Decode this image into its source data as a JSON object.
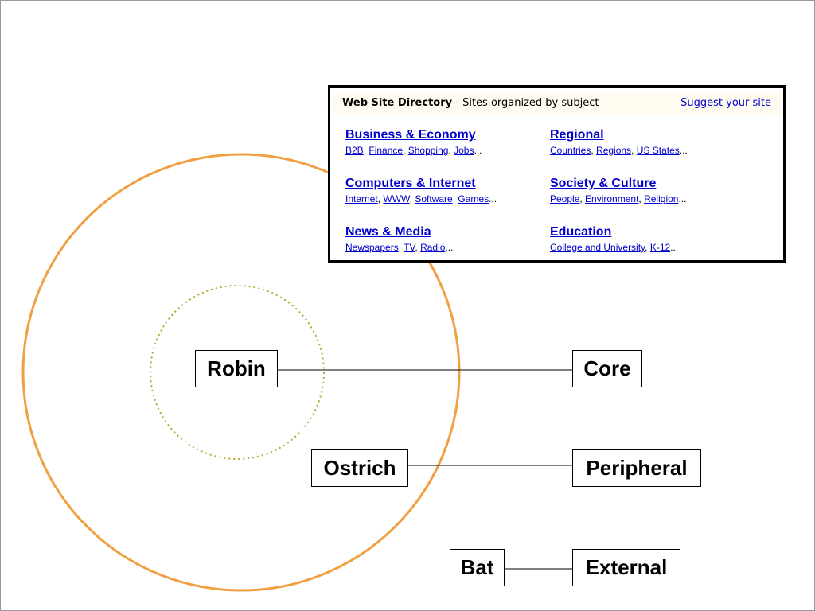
{
  "labels": {
    "robin": "Robin",
    "core": "Core",
    "ostrich": "Ostrich",
    "peripheral": "Peripheral",
    "bat": "Bat",
    "external": "External"
  },
  "colors": {
    "outer_circle": "#f0a040",
    "inner_circle": "#b8a832",
    "link": "#0000cc",
    "header_bg": "#fffbf0"
  },
  "directory": {
    "title_bold": "Web Site Directory",
    "title_rest": " - Sites organized by subject",
    "suggest": "Suggest your site",
    "categories": [
      {
        "title": "Business & Economy",
        "subs": [
          "B2B",
          "Finance",
          "Shopping",
          "Jobs"
        ]
      },
      {
        "title": "Regional",
        "subs": [
          "Countries",
          "Regions",
          "US States"
        ]
      },
      {
        "title": "Computers & Internet",
        "subs": [
          "Internet",
          "WWW",
          "Software",
          "Games"
        ]
      },
      {
        "title": "Society & Culture",
        "subs": [
          "People",
          "Environment",
          "Religion"
        ]
      },
      {
        "title": "News & Media",
        "subs": [
          "Newspapers",
          "TV",
          "Radio"
        ]
      },
      {
        "title": "Education",
        "subs": [
          "College and University",
          "K-12"
        ]
      }
    ]
  }
}
